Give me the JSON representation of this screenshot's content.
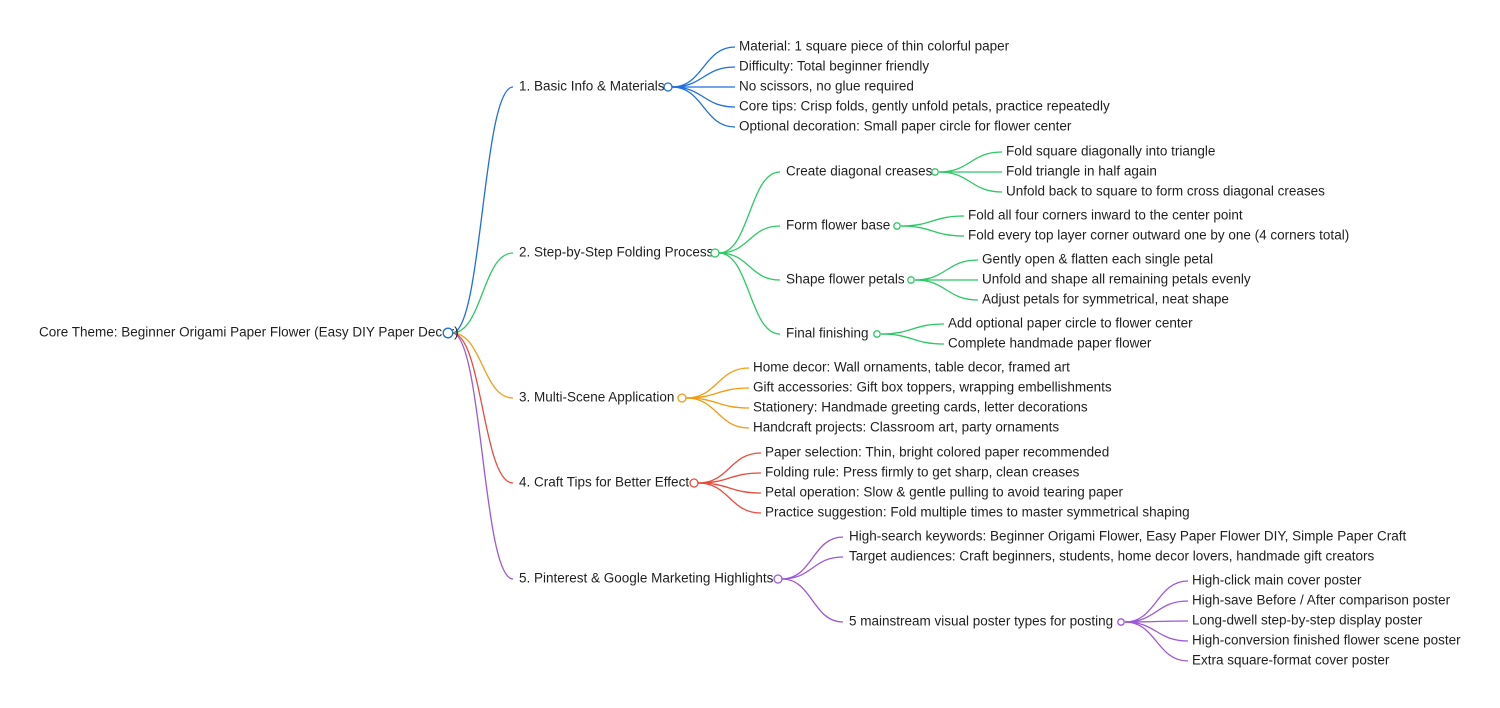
{
  "colors": {
    "root": "#1f6fde",
    "b1": "#1f6fde",
    "b2": "#2ec866",
    "b3": "#f39c12",
    "b4": "#e74c3c",
    "b5": "#9b59d6"
  },
  "root": {
    "label": "Core Theme: Beginner Origami Paper Flower (Easy DIY Paper Decor)",
    "branches": [
      {
        "label": "1. Basic Info & Materials",
        "color": "b1",
        "children": [
          {
            "label": "Material: 1 square piece of thin colorful paper"
          },
          {
            "label": "Difficulty: Total beginner friendly"
          },
          {
            "label": "No scissors, no glue required"
          },
          {
            "label": "Core tips: Crisp folds, gently unfold petals, practice repeatedly"
          },
          {
            "label": "Optional decoration: Small paper circle for flower center"
          }
        ]
      },
      {
        "label": "2. Step-by-Step Folding Process",
        "color": "b2",
        "children": [
          {
            "label": "Create diagonal creases",
            "children": [
              {
                "label": "Fold square diagonally into triangle"
              },
              {
                "label": "Fold triangle in half again"
              },
              {
                "label": "Unfold back to square to form cross diagonal creases"
              }
            ]
          },
          {
            "label": "Form flower base",
            "children": [
              {
                "label": "Fold all four corners inward to the center point"
              },
              {
                "label": "Fold every top layer corner outward one by one (4 corners total)"
              }
            ]
          },
          {
            "label": "Shape flower petals",
            "children": [
              {
                "label": "Gently open & flatten each single petal"
              },
              {
                "label": "Unfold and shape all remaining petals evenly"
              },
              {
                "label": "Adjust petals for symmetrical, neat shape"
              }
            ]
          },
          {
            "label": "Final finishing",
            "children": [
              {
                "label": "Add optional paper circle to flower center"
              },
              {
                "label": "Complete handmade paper flower"
              }
            ]
          }
        ]
      },
      {
        "label": "3. Multi-Scene Application",
        "color": "b3",
        "children": [
          {
            "label": "Home decor: Wall ornaments, table decor, framed art"
          },
          {
            "label": "Gift accessories: Gift box toppers, wrapping embellishments"
          },
          {
            "label": "Stationery: Handmade greeting cards, letter decorations"
          },
          {
            "label": "Handcraft projects: Classroom art, party ornaments"
          }
        ]
      },
      {
        "label": "4. Craft Tips for Better Effect",
        "color": "b4",
        "children": [
          {
            "label": "Paper selection: Thin, bright colored paper recommended"
          },
          {
            "label": "Folding rule: Press firmly to get sharp, clean creases"
          },
          {
            "label": "Petal operation: Slow & gentle pulling to avoid tearing paper"
          },
          {
            "label": "Practice suggestion: Fold multiple times to master symmetrical shaping"
          }
        ]
      },
      {
        "label": "5. Pinterest & Google Marketing Highlights",
        "color": "b5",
        "children": [
          {
            "label": "High-search keywords: Beginner Origami Flower, Easy Paper Flower DIY, Simple Paper Craft"
          },
          {
            "label": "Target audiences: Craft beginners, students, home decor lovers, handmade gift creators"
          },
          {
            "label": "5 mainstream visual poster types for posting",
            "children": [
              {
                "label": "High-click main cover poster"
              },
              {
                "label": "High-save Before / After comparison poster"
              },
              {
                "label": "Long-dwell step-by-step display poster"
              },
              {
                "label": "High-conversion finished flower scene poster"
              },
              {
                "label": "Extra square-format cover poster"
              }
            ]
          }
        ]
      }
    ]
  }
}
